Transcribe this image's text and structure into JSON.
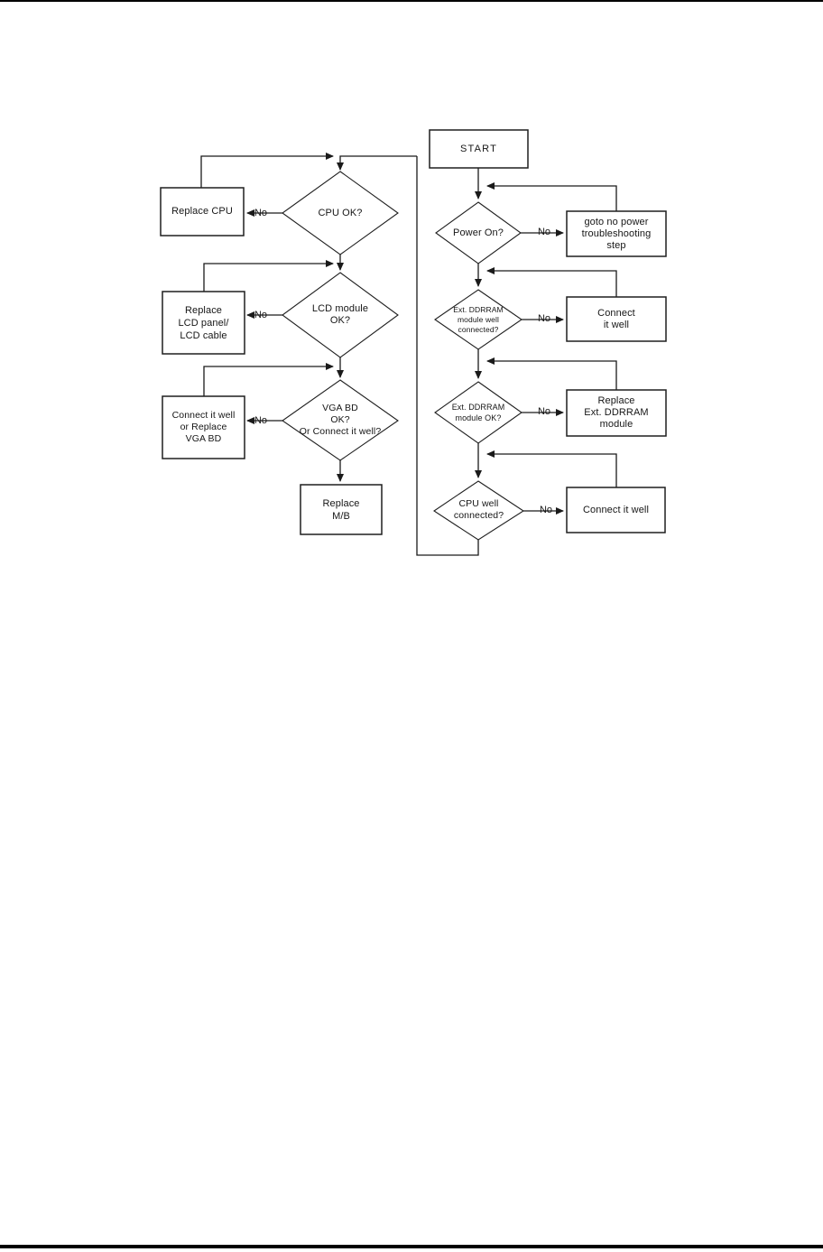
{
  "page": {
    "background": "#ffffff",
    "rule_color": "#000000",
    "line_color": "#1a1a1a",
    "text_color": "#161616"
  },
  "flowchart": {
    "nodes": {
      "start": {
        "label": "START"
      },
      "power_on": {
        "label": "Power On?"
      },
      "goto_no_power": {
        "label": "goto no power\ntroubleshooting\nstep"
      },
      "ext_ddrram_connected": {
        "label": "Ext. DDRRAM\nmodule well\nconnected?"
      },
      "connect_it_well_1": {
        "label": "Connect\nit well"
      },
      "ext_ddrram_ok": {
        "label": "Ext. DDRRAM\nmodule OK?"
      },
      "replace_ext_ddrram": {
        "label": "Replace\nExt. DDRRAM\nmodule"
      },
      "cpu_well_connected": {
        "label": "CPU well\nconnected?"
      },
      "connect_it_well_2": {
        "label": "Connect it well"
      },
      "cpu_ok": {
        "label": "CPU OK?"
      },
      "replace_cpu": {
        "label": "Replace CPU"
      },
      "lcd_module_ok": {
        "label": "LCD module\nOK?"
      },
      "replace_lcd": {
        "label": "Replace\nLCD panel/\nLCD cable"
      },
      "vga_bd_ok": {
        "label": "VGA BD\nOK?\nOr Connect it well?"
      },
      "connect_or_replace_vga": {
        "label": "Connect it well\nor Replace\nVGA BD"
      },
      "replace_mb": {
        "label": "Replace\nM/B"
      }
    },
    "edge_labels": {
      "cpu_ok_no": "No",
      "lcd_ok_no": "No",
      "vga_ok_no": "No",
      "power_on_no": "No",
      "ext_connected_no": "No",
      "ext_ok_no": "No",
      "cpu_connected_no": "No"
    }
  }
}
